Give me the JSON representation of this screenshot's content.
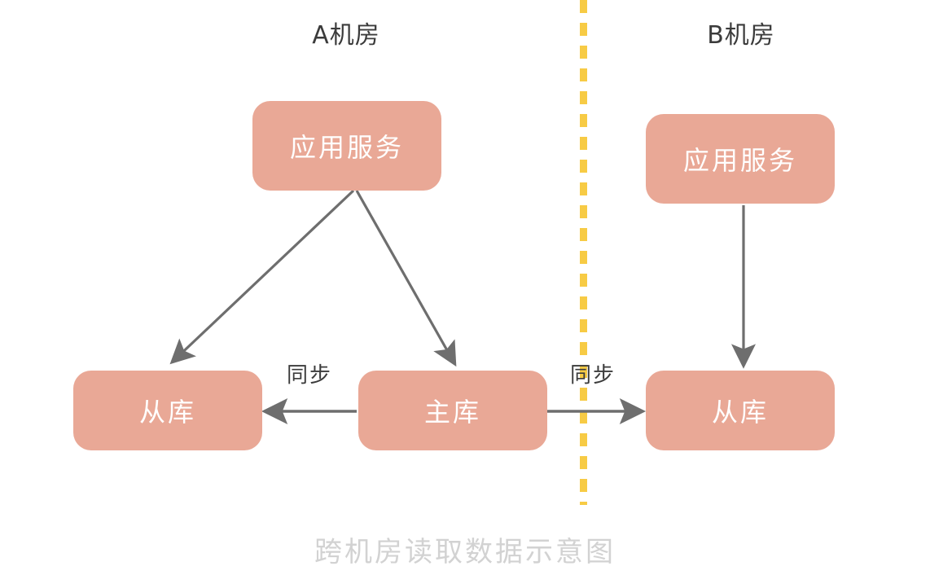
{
  "diagram": {
    "caption": "跨机房读取数据示意图",
    "colors": {
      "node_fill": "#e9a896",
      "node_text": "#ffffff",
      "divider": "#f7cb45",
      "arrow": "#6e6e6e",
      "title_text": "#3b3b3b",
      "caption_text": "#d2d2d2",
      "background": "#ffffff"
    },
    "zones": [
      {
        "id": "zone-a",
        "title": "A机房"
      },
      {
        "id": "zone-b",
        "title": "B机房"
      }
    ],
    "divider": {
      "name": "zone-divider",
      "style": "dashed-vertical",
      "color": "#f7cb45"
    },
    "nodes": [
      {
        "id": "app-a",
        "label": "应用服务",
        "zone": "zone-a"
      },
      {
        "id": "app-b",
        "label": "应用服务",
        "zone": "zone-b"
      },
      {
        "id": "slave-a",
        "label": "从库",
        "zone": "zone-a"
      },
      {
        "id": "master",
        "label": "主库",
        "zone": "zone-a"
      },
      {
        "id": "slave-b",
        "label": "从库",
        "zone": "zone-b"
      }
    ],
    "edges": [
      {
        "id": "edge-app-a-to-slave-a",
        "from": "app-a",
        "to": "slave-a",
        "label": ""
      },
      {
        "id": "edge-app-a-to-master",
        "from": "app-a",
        "to": "master",
        "label": ""
      },
      {
        "id": "edge-master-to-slave-a",
        "from": "master",
        "to": "slave-a",
        "label": "同步"
      },
      {
        "id": "edge-master-to-slave-b",
        "from": "master",
        "to": "slave-b",
        "label": "同步"
      },
      {
        "id": "edge-app-b-to-slave-b",
        "from": "app-b",
        "to": "slave-b",
        "label": ""
      }
    ],
    "labels": {
      "sync_a": "同步",
      "sync_b": "同步"
    }
  }
}
